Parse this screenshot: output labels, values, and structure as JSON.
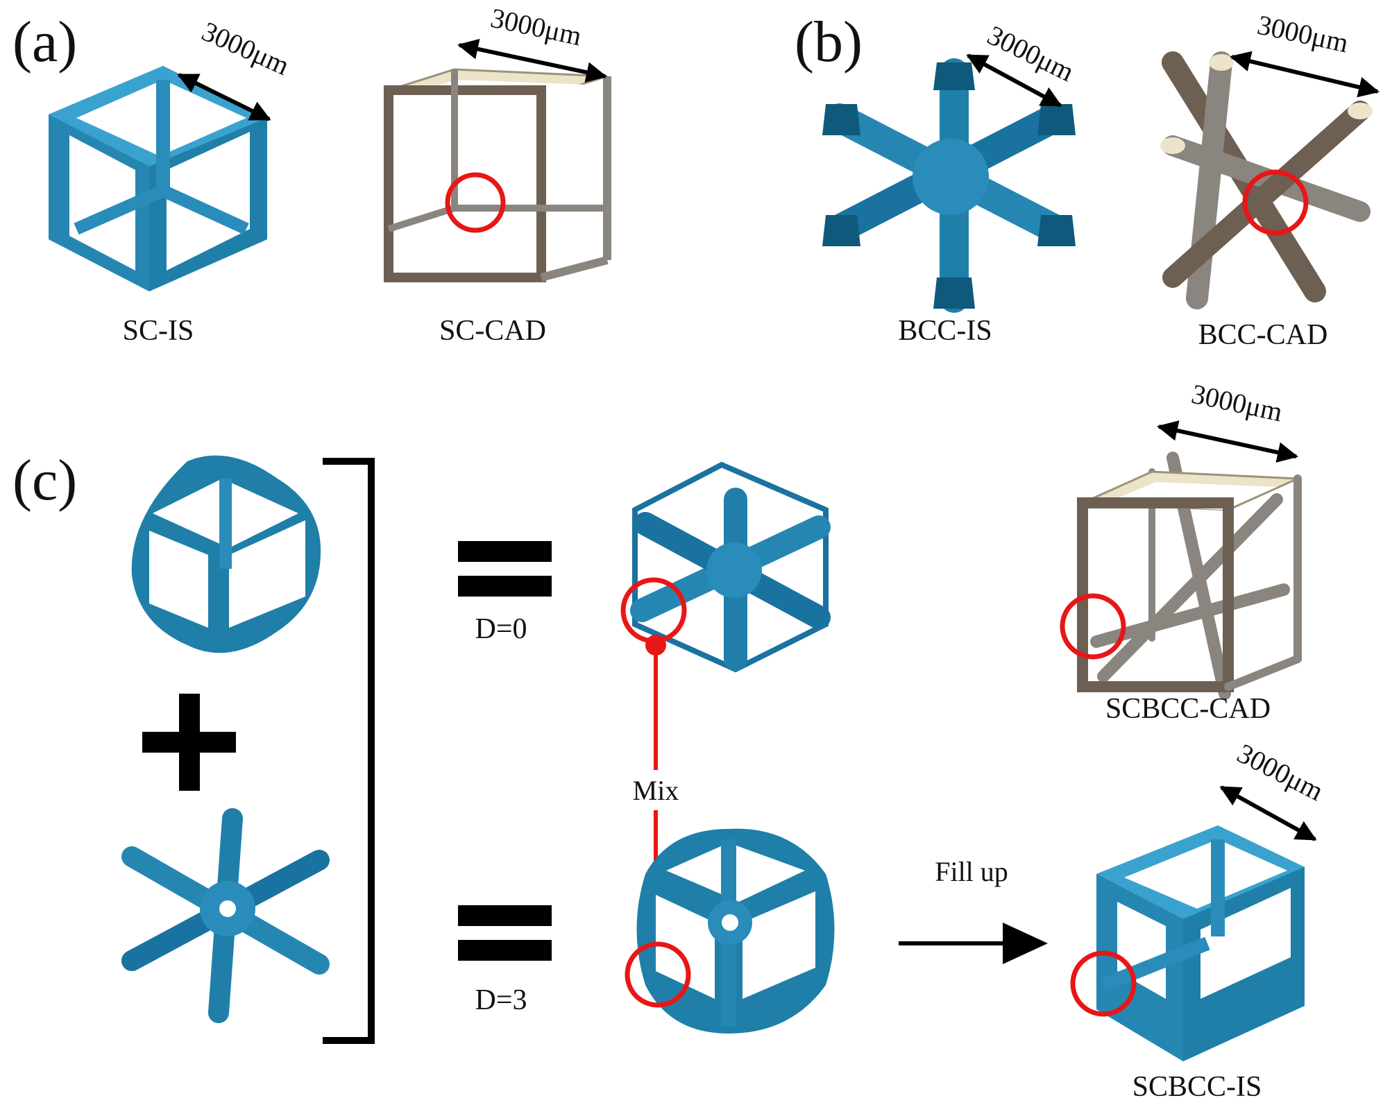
{
  "panels": {
    "a": {
      "label": "(a)",
      "left_caption": "SC-IS",
      "right_caption": "SC-CAD"
    },
    "b": {
      "label": "(b)",
      "left_caption": "BCC-IS",
      "right_caption": "BCC-CAD"
    },
    "c": {
      "label": "(c)",
      "cad_caption": "SCBCC-CAD",
      "is_caption": "SCBCC-IS"
    }
  },
  "dimension_label": "3000μm",
  "equations": {
    "d0": "D=0",
    "d3": "D=3"
  },
  "annotations": {
    "mix": "Mix",
    "fill_up": "Fill up"
  },
  "colors": {
    "is_blue": "#1f7fa8",
    "is_blue_dark": "#0f5a7c",
    "is_blue_light": "#4fb0d6",
    "cad_cream": "#ece4c8",
    "cad_brown": "#6d5f52",
    "cad_gray": "#8a857e",
    "highlight_red": "#e81616",
    "ink": "#000000"
  }
}
